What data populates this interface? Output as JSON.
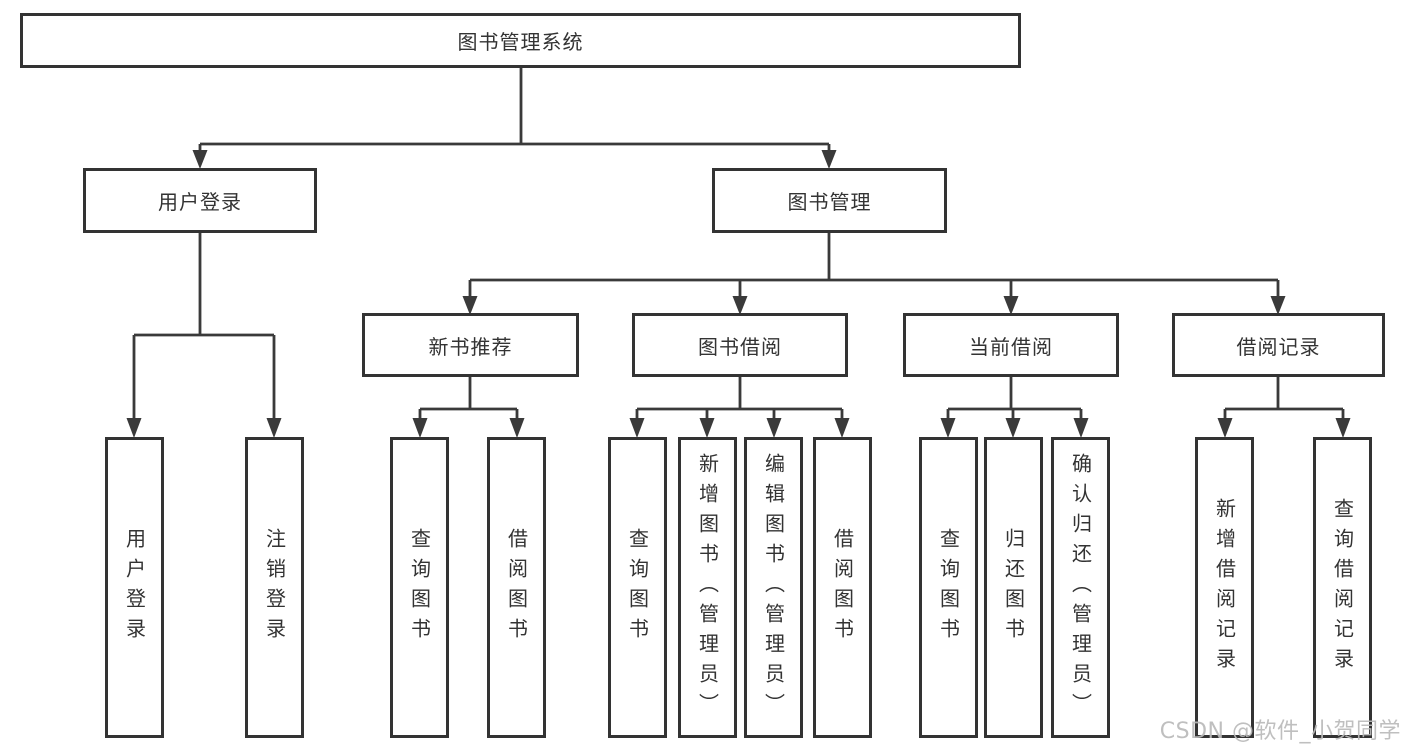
{
  "diagram": {
    "root": "图书管理系统",
    "branches": {
      "user": "用户登录",
      "book": "图书管理"
    },
    "modules": {
      "recommend": "新书推荐",
      "borrow": "图书借阅",
      "current": "当前借阅",
      "records": "借阅记录"
    },
    "leaves": {
      "user": [
        "用户登录",
        "注销登录"
      ],
      "recommend": [
        "查询图书",
        "借阅图书"
      ],
      "borrow": [
        "查询图书",
        "新增图书（管理员）",
        "编辑图书（管理员）",
        "借阅图书"
      ],
      "current": [
        "查询图书",
        "归还图书",
        "确认归还（管理员）"
      ],
      "records": [
        "新增借阅记录",
        "查询借阅记录"
      ]
    }
  },
  "watermark": "CSDN @软件_小贺同学",
  "colors": {
    "line": "#3a3a3a",
    "box_border": "#333333",
    "text": "#333333",
    "background": "#ffffff",
    "watermark": "#bababa"
  }
}
